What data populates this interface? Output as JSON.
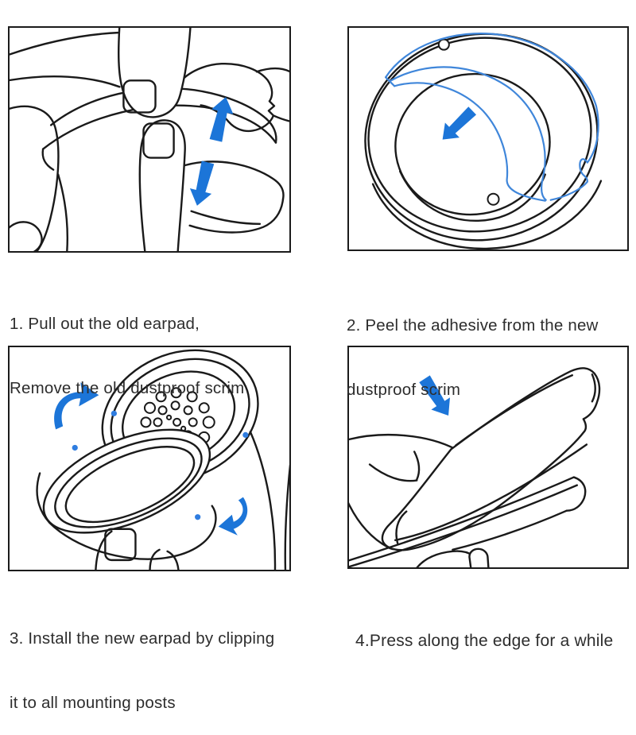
{
  "page": {
    "background_color": "#ffffff",
    "content_type": "earpad-replacement-instructions"
  },
  "colors": {
    "outline": "#1a1a1a",
    "arrow_blue": "#1c75d8",
    "adhesive_film_blue": "#3f86da",
    "mounting_post_blue": "#2f7de0",
    "caption_text": "#2d2d2d",
    "panel_border": "#1b1b1b"
  },
  "steps": [
    {
      "number": "1",
      "caption_line1": "1. Pull out the old earpad,",
      "caption_line2": "Remove the old dustproof scrim",
      "illustration": "hands-pulling-old-earpad-out",
      "arrow_icons": [
        "up-arrow",
        "down-arrow"
      ]
    },
    {
      "number": "2",
      "caption_line1": "2. Peel the adhesive from the new",
      "caption_line2": "dustproof scrim",
      "illustration": "adhesive-film-peeling-off-earpad",
      "arrow_icons": [
        "down-left-arrow"
      ]
    },
    {
      "number": "3",
      "caption_line1": "3. Install the new earpad by clipping",
      "caption_line2": "it to all mounting posts",
      "illustration": "earpad-clipping-to-mounting-posts",
      "arrow_icons": [
        "rotate-clockwise-arrow",
        "rotate-counterclockwise-arrow"
      ]
    },
    {
      "number": "4",
      "caption_line1": "4.Press along the edge for a while",
      "caption_line2": "",
      "illustration": "thumb-pressing-earpad-edge",
      "arrow_icons": [
        "down-right-arrow"
      ]
    }
  ]
}
